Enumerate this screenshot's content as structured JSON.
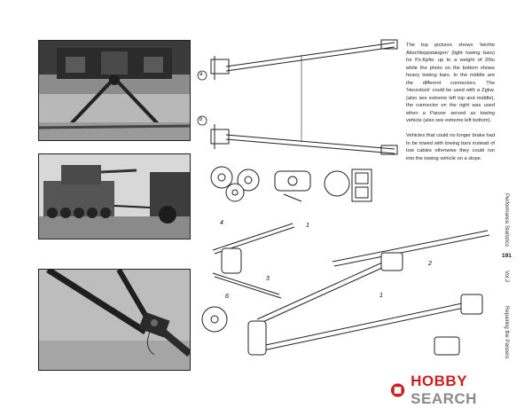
{
  "page": {
    "paragraph_1": "The top pictures shows 'leichte Abschleppstangen' (light towing bars) for Pz.Kpfw. up to a weight of 20to while the photo on the bottom shows heavy towing bars. In the middle are the different connectors. The 'Herzstück' could be used with a Zgkw. (also see extreme left top and middle), the connector on the right was used when a Panzer served as towing vehicle (also see extreme left bottom).",
    "paragraph_2": "Vehicles that could no longer brake had to be towed with towing bars instead of tow cables otherwise they could run into the towing vehicle on a slope.",
    "section_title": "Performance Statistics",
    "page_number": "191",
    "volume": "Vol.2",
    "book_title": "Repairing the Panzers"
  },
  "callouts": {
    "top_a": "a",
    "top_b": "b",
    "bottom_1a": "1",
    "bottom_1b": "1",
    "bottom_2": "2",
    "bottom_3": "3",
    "bottom_4": "4",
    "bottom_6": "6"
  },
  "watermark": {
    "brand_red": "HOBBY",
    "brand_grey": "SEARCH",
    "brand_color": "#cc1f1f"
  }
}
